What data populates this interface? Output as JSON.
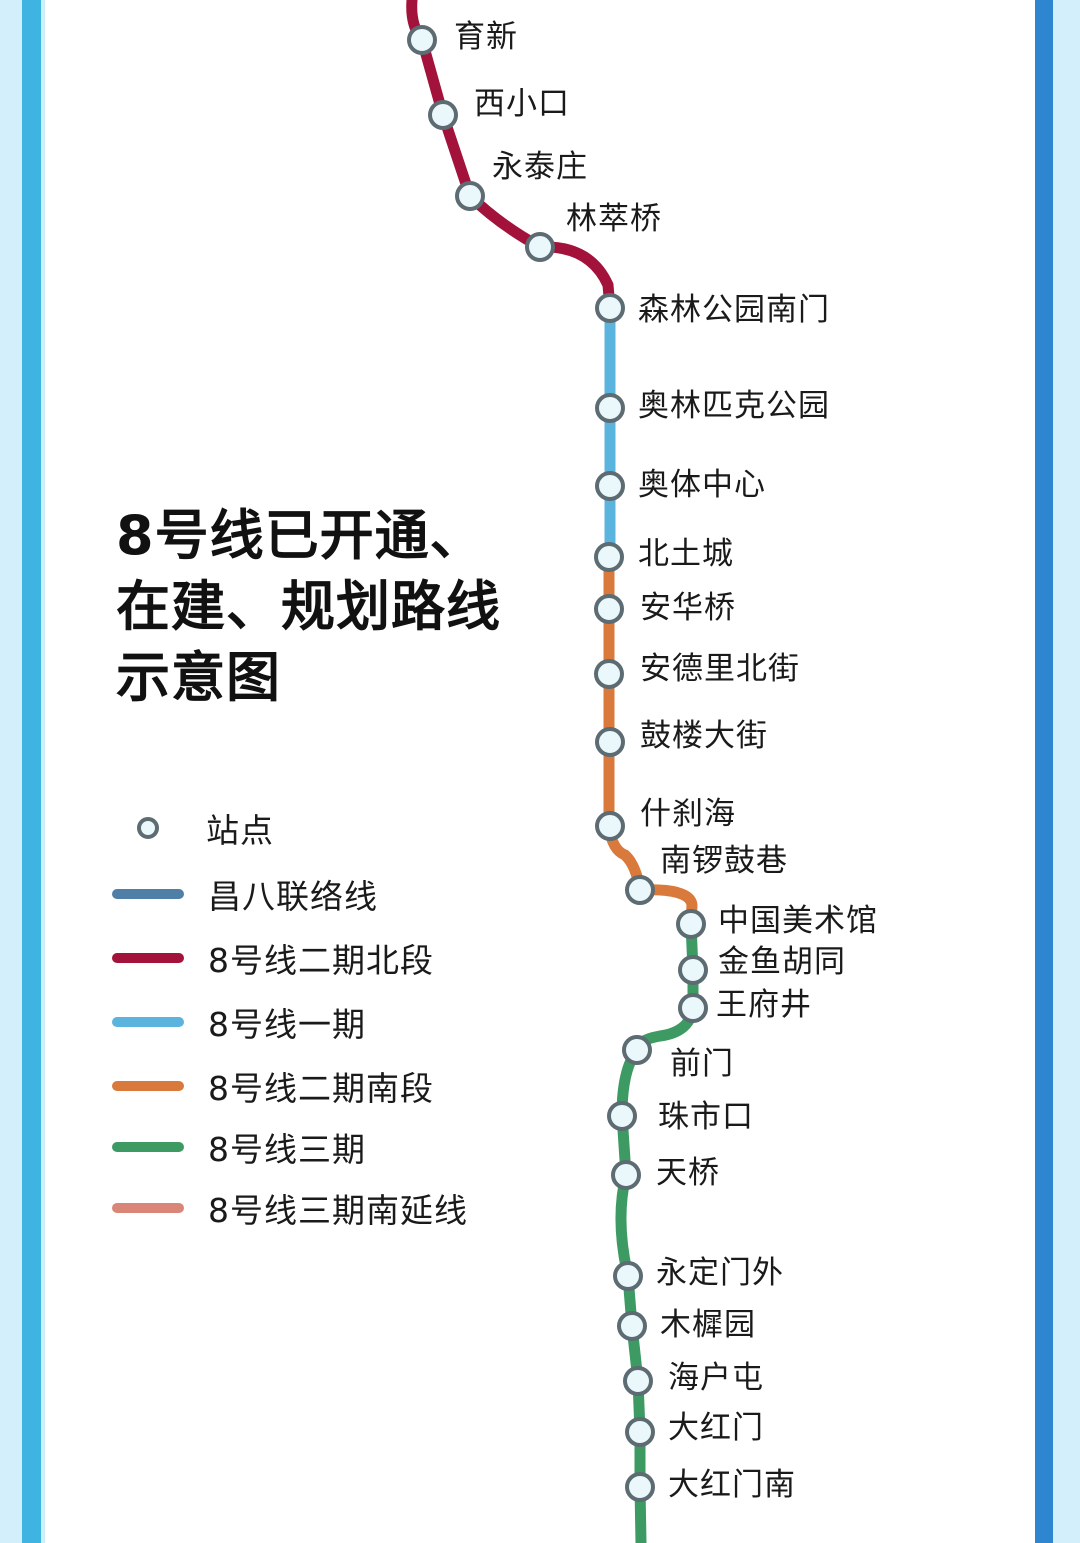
{
  "title": {
    "line1": "8号线已开通、",
    "line2": "在建、规划路线",
    "line3": "示意图"
  },
  "legend": {
    "station": {
      "label": "站点",
      "icon": "station-circle-icon"
    },
    "items": [
      {
        "label": "昌八联络线",
        "color": "#4f7fa6"
      },
      {
        "label": "8号线二期北段",
        "color": "#a3123a"
      },
      {
        "label": "8号线一期",
        "color": "#5bb4de"
      },
      {
        "label": "8号线二期南段",
        "color": "#d97a3c"
      },
      {
        "label": "8号线三期",
        "color": "#3d9a63"
      },
      {
        "label": "8号线三期南延线",
        "color": "#d98577"
      }
    ]
  },
  "colors": {
    "line_north_phase2": "#a3123a",
    "line_phase1": "#5bb4de",
    "line_south_phase2": "#d97a3c",
    "line_phase3": "#3d9a63",
    "station_stroke": "#5d6b72",
    "station_fill": "#eaf8fb",
    "frame_outer": "#d4effc",
    "frame_left": "#3fb4e2",
    "frame_right": "#2f86d0"
  },
  "stations": [
    {
      "name": "育新",
      "segment": "二期北段"
    },
    {
      "name": "西小口",
      "segment": "二期北段"
    },
    {
      "name": "永泰庄",
      "segment": "二期北段"
    },
    {
      "name": "林萃桥",
      "segment": "二期北段"
    },
    {
      "name": "森林公园南门",
      "segment": "一期"
    },
    {
      "name": "奥林匹克公园",
      "segment": "一期"
    },
    {
      "name": "奥体中心",
      "segment": "一期"
    },
    {
      "name": "北土城",
      "segment": "一期"
    },
    {
      "name": "安华桥",
      "segment": "二期南段"
    },
    {
      "name": "安德里北街",
      "segment": "二期南段"
    },
    {
      "name": "鼓楼大街",
      "segment": "二期南段"
    },
    {
      "name": "什刹海",
      "segment": "二期南段"
    },
    {
      "name": "南锣鼓巷",
      "segment": "二期南段"
    },
    {
      "name": "中国美术馆",
      "segment": "三期"
    },
    {
      "name": "金鱼胡同",
      "segment": "三期"
    },
    {
      "name": "王府井",
      "segment": "三期"
    },
    {
      "name": "前门",
      "segment": "三期"
    },
    {
      "name": "珠市口",
      "segment": "三期"
    },
    {
      "name": "天桥",
      "segment": "三期"
    },
    {
      "name": "永定门外",
      "segment": "三期"
    },
    {
      "name": "木樨园",
      "segment": "三期"
    },
    {
      "name": "海户屯",
      "segment": "三期"
    },
    {
      "name": "大红门",
      "segment": "三期"
    },
    {
      "name": "大红门南",
      "segment": "三期"
    }
  ]
}
